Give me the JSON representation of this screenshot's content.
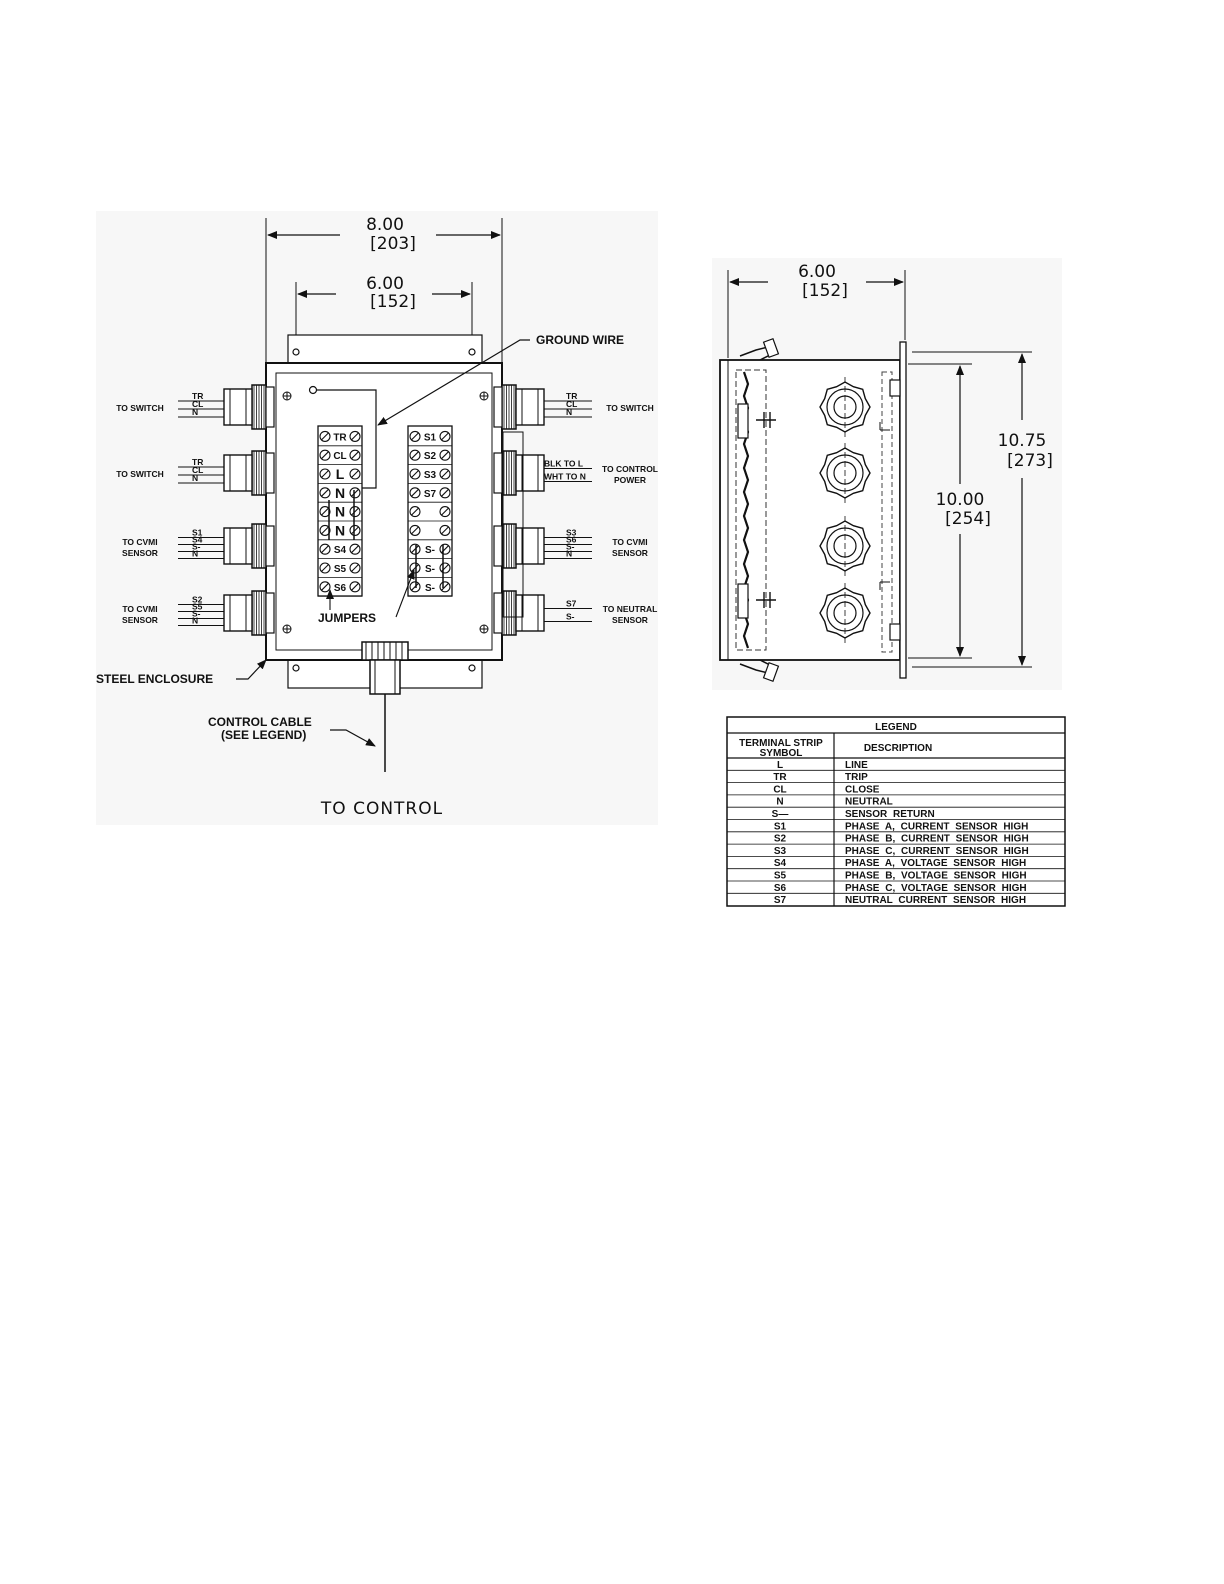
{
  "front_view": {
    "dim_overall": {
      "value": "8.00",
      "metric": "[203]"
    },
    "dim_mount": {
      "value": "6.00",
      "metric": "[152]"
    },
    "callouts": {
      "ground_wire": "GROUND WIRE",
      "jumpers": "JUMPERS",
      "steel_enclosure": "STEEL ENCLOSURE",
      "control_cable_1": "CONTROL CABLE",
      "control_cable_2": "(SEE LEGEND)",
      "to_control": "TO CONTROL"
    },
    "left_conn": [
      {
        "label": [
          "TO SWITCH"
        ],
        "wires": [
          "TR",
          "CL",
          "N"
        ]
      },
      {
        "label": [
          "TO SWITCH"
        ],
        "wires": [
          "TR",
          "CL",
          "N"
        ]
      },
      {
        "label": [
          "TO CVMI",
          "SENSOR"
        ],
        "wires": [
          "S1",
          "S4",
          "S-",
          "N"
        ]
      },
      {
        "label": [
          "TO CVMI",
          "SENSOR"
        ],
        "wires": [
          "S2",
          "S5",
          "S-",
          "N"
        ]
      }
    ],
    "right_conn": [
      {
        "label": [
          "TO SWITCH"
        ],
        "wires": [
          "TR",
          "CL",
          "N"
        ]
      },
      {
        "label": [
          "TO CONTROL",
          "POWER"
        ],
        "wires": [
          "BLK TO L",
          "WHT TO N"
        ]
      },
      {
        "label": [
          "TO CVMI",
          "SENSOR"
        ],
        "wires": [
          "S3",
          "S6",
          "S-",
          "N"
        ]
      },
      {
        "label": [
          "TO NEUTRAL",
          "SENSOR"
        ],
        "wires": [
          "S7",
          "S-"
        ]
      }
    ],
    "strip_left": [
      "TR",
      "CL",
      "L",
      "N",
      "N",
      "N",
      "S4",
      "S5",
      "S6"
    ],
    "strip_right": [
      "S1",
      "S2",
      "S3",
      "S7",
      "",
      "",
      "S-",
      "S-",
      "S-"
    ]
  },
  "side_view": {
    "dim_depth": {
      "value": "6.00",
      "metric": "[152]"
    },
    "dim_height_outer": {
      "value": "10.75",
      "metric": "[273]"
    },
    "dim_height_inner": {
      "value": "10.00",
      "metric": "[254]"
    }
  },
  "legend": {
    "title": "LEGEND",
    "col1_line1": "TERMINAL STRIP",
    "col1_line2": "SYMBOL",
    "col2": "DESCRIPTION",
    "rows": [
      {
        "symbol": "L",
        "description": "LINE"
      },
      {
        "symbol": "TR",
        "description": "TRIP"
      },
      {
        "symbol": "CL",
        "description": "CLOSE"
      },
      {
        "symbol": "N",
        "description": "NEUTRAL"
      },
      {
        "symbol": "S—",
        "description": "SENSOR RETURN"
      },
      {
        "symbol": "S1",
        "description": "PHASE A, CURRENT SENSOR HIGH"
      },
      {
        "symbol": "S2",
        "description": "PHASE B, CURRENT SENSOR HIGH"
      },
      {
        "symbol": "S3",
        "description": "PHASE C, CURRENT SENSOR HIGH"
      },
      {
        "symbol": "S4",
        "description": "PHASE A, VOLTAGE SENSOR HIGH"
      },
      {
        "symbol": "S5",
        "description": "PHASE B, VOLTAGE SENSOR HIGH"
      },
      {
        "symbol": "S6",
        "description": "PHASE C, VOLTAGE SENSOR HIGH"
      },
      {
        "symbol": "S7",
        "description": "NEUTRAL CURRENT SENSOR HIGH"
      }
    ]
  }
}
